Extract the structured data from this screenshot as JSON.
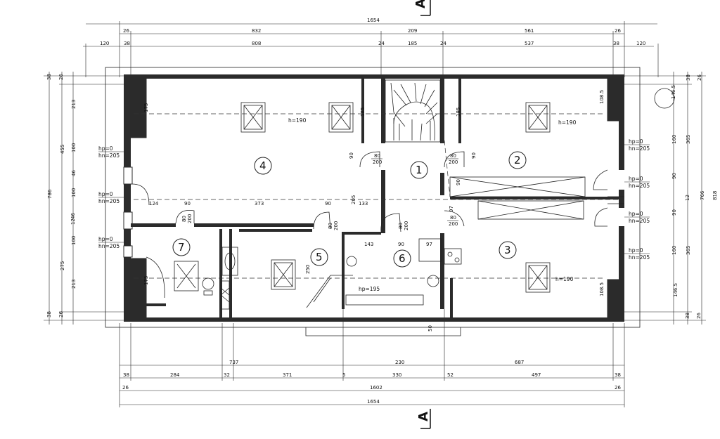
{
  "sections": {
    "top": "A",
    "bottom": "A"
  },
  "rooms": [
    "1",
    "2",
    "3",
    "4",
    "5",
    "6",
    "7"
  ],
  "dims_top": {
    "overall": "1654",
    "row2": [
      "26",
      "832",
      "209",
      "561",
      "26"
    ],
    "row3": [
      "120",
      "38",
      "808",
      "24",
      "185",
      "24",
      "537",
      "38",
      "120"
    ]
  },
  "dims_bottom": {
    "row1": [
      "737",
      "230",
      "687"
    ],
    "row2": [
      "38",
      "284",
      "32",
      "371",
      "5",
      "330",
      "52",
      "497",
      "38"
    ],
    "row3": [
      "26",
      "1602",
      "26"
    ],
    "overall": "1654",
    "note_50": "50"
  },
  "dims_left": [
    "38",
    "26",
    "213",
    "455",
    "100",
    "46",
    "786",
    "100",
    "12",
    "46",
    "100",
    "275",
    "213",
    "26",
    "38"
  ],
  "dims_right": [
    "38",
    "26",
    "146.5",
    "160",
    "365",
    "90",
    "12",
    "766",
    "818",
    "90",
    "160",
    "365",
    "146.5",
    "38",
    "26"
  ],
  "interior_dims": {
    "h190_a": "h=190",
    "h190_b": "h=190",
    "h190_c": "h=190",
    "hp195": "hp=195",
    "d175_a": "175",
    "d175_b": "175",
    "d185_a": "185",
    "d185_b": "185",
    "d1085_a": "108.5",
    "d1085_b": "108.5",
    "d373": "373",
    "d124": "124",
    "d90": "90",
    "d205": "205",
    "d133": "133",
    "d143": "143",
    "d97": "97",
    "d250": "250"
  },
  "door_labels": [
    {
      "w": "80",
      "h": "200"
    },
    {
      "w": "80",
      "h": "200"
    },
    {
      "w": "80",
      "h": "200"
    },
    {
      "w": "80",
      "h": "200"
    },
    {
      "w": "80",
      "h": "200"
    },
    {
      "w": "80",
      "h": "200"
    }
  ],
  "window_tags": [
    {
      "hp": "hp=0",
      "hn": "hn=205"
    },
    {
      "hp": "hp=0",
      "hn": "hn=205"
    },
    {
      "hp": "hp=0",
      "hn": "hn=205"
    },
    {
      "hp": "hp=0",
      "hn": "hn=205"
    },
    {
      "hp": "hp=0",
      "hn": "hn=205"
    },
    {
      "hp": "hp=0",
      "hn": "hn=205"
    },
    {
      "hp": "hp=0",
      "hn": "hn=205"
    }
  ]
}
